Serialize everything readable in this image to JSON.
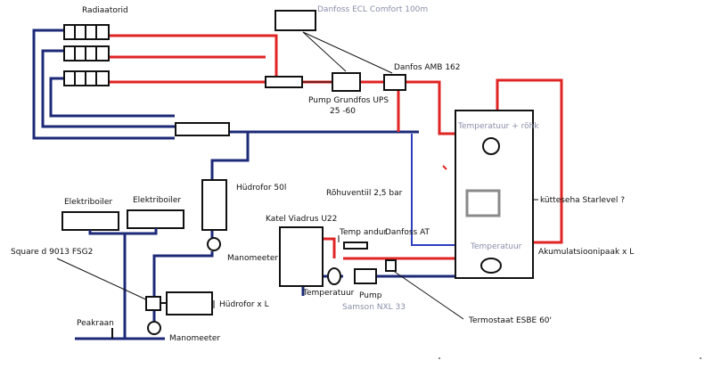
{
  "labels": {
    "radiaatorid": "Radiaatorid",
    "danfoss_ecl": "Danfoss ECL Comfort 100m",
    "danfos_amb": "Danfos AMB 162",
    "pump_grundfos_1": "Pump Grundfos  UPS",
    "pump_grundfos_2": "25 -60",
    "temperatuur_rohk": "Temperatuur + rõhk",
    "kutteseha": "kütteseha Starlevel ?",
    "temperatuur_tank": "Temperatuur",
    "akumulatsioonipaak": "Akumulatsioonipaak  x  L",
    "hudrofor_50l": "Hüdrofor  50l",
    "rohkventiil": "Rõhuventiil 2,5 bar",
    "katel": "Katel Viadrus U22",
    "temp_andur": "Temp andur",
    "danfoss_at": "Danfoss AT",
    "manomeeter_1": "Manomeeter",
    "temperatuur_katel": "Temperatuur",
    "pump_2": "Pump",
    "samson": "Samson NXL 33",
    "termostaat": "Termostaat ESBE 60'",
    "elektriboiler_1": "Elektriboiler",
    "elektriboiler_2": "Elektriboiler",
    "square_d": "Square d 9013 FSG2",
    "hudrofor_xl": "Hüdrofor x L",
    "peakraan": "Peakraan",
    "manomeeter_2": "Manomeeter"
  },
  "colors": {
    "hot_pipe": "#e02424",
    "cold_pipe": "#1c2a78",
    "return_pipe": "#2d3fc0",
    "line": "#111111",
    "grey_text": "#8a8fa8",
    "gauge_box": "#8a8a8a"
  }
}
